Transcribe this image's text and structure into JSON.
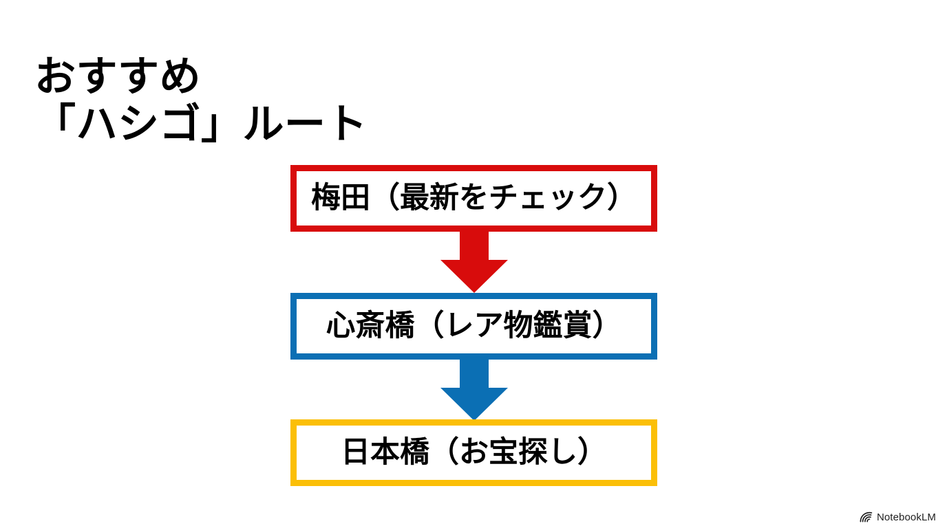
{
  "slide": {
    "title": "おすすめ\n「ハシゴ」ルート",
    "background_color": "#ffffff"
  },
  "flow": {
    "type": "vertical-flowchart",
    "steps": [
      {
        "label": "梅田（最新をチェック）",
        "border_color": "#d80c0c",
        "color_name": "red"
      },
      {
        "label": "心斎橋（レア物鑑賞）",
        "border_color": "#0b6fb4",
        "color_name": "blue"
      },
      {
        "label": "日本橋（お宝探し）",
        "border_color": "#fbbf07",
        "color_name": "amber"
      }
    ],
    "arrows": [
      {
        "from": "梅田（最新をチェック）",
        "to": "心斎橋（レア物鑑賞）",
        "color": "#d80c0c",
        "direction": "down"
      },
      {
        "from": "心斎橋（レア物鑑賞）",
        "to": "日本橋（お宝探し）",
        "color": "#0b6fb4",
        "direction": "down"
      }
    ]
  },
  "watermark": {
    "label": "NotebookLM",
    "icon": "notebooklm-spiral-icon",
    "color": "#1f1f1f"
  }
}
